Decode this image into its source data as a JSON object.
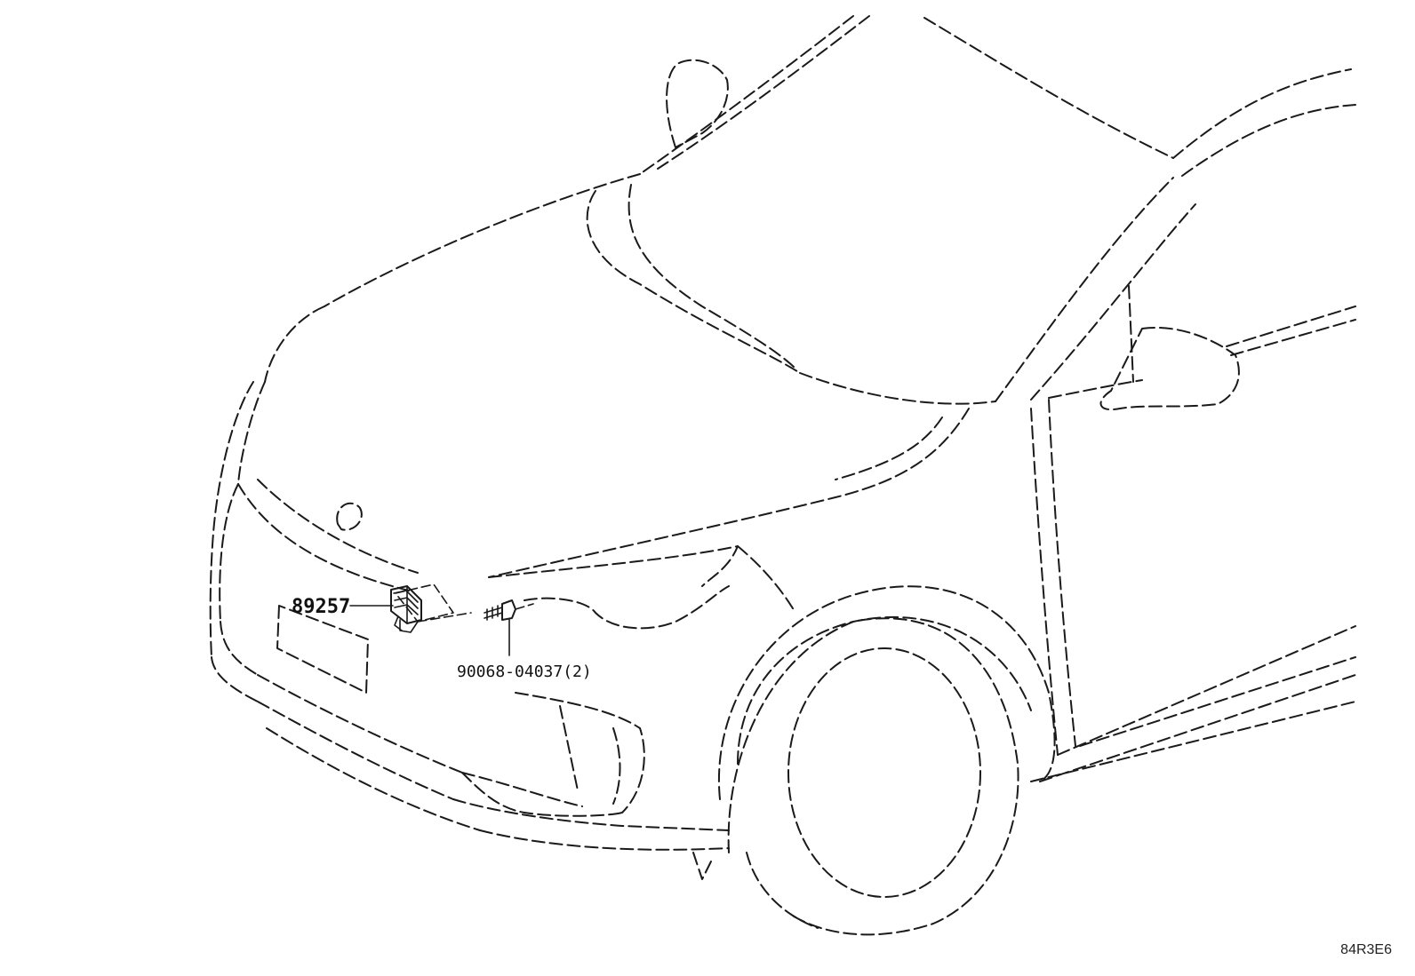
{
  "callouts": {
    "sensor_part_number": "89257",
    "bolt_part_number": "90068-04037(2)"
  },
  "illustration_code": "84R3E6",
  "colors": {
    "line": "#1a1a1a",
    "background": "#ffffff"
  }
}
